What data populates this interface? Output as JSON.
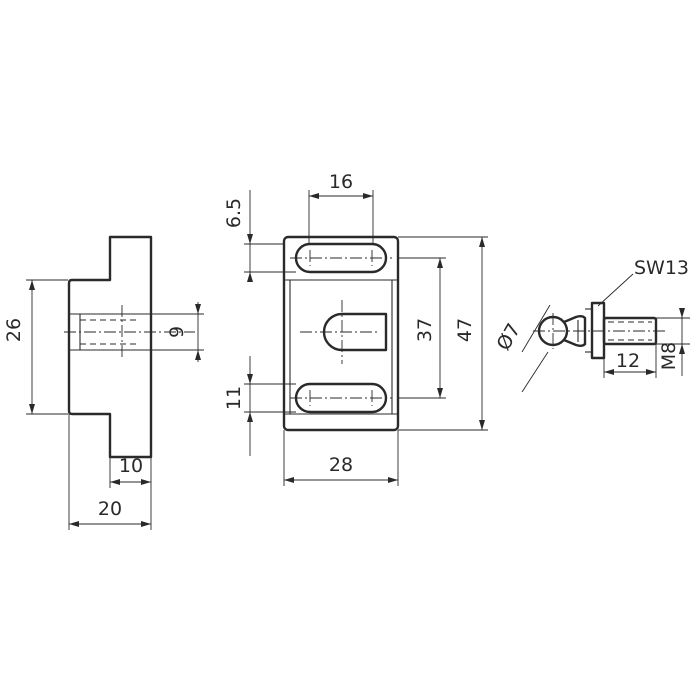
{
  "dimensions": {
    "side_height": "26",
    "side_slot_width": "9",
    "side_slot_depth": "10",
    "side_total_width": "20",
    "front_slot_length": "16",
    "front_slot_offset": "6.5",
    "front_inner_height": "37",
    "front_total_height": "47",
    "front_slot_height": "11",
    "front_width": "28",
    "ball_diameter": "Ø7",
    "wrench_size": "SW13",
    "thread_length": "12",
    "thread_size": "M8"
  }
}
